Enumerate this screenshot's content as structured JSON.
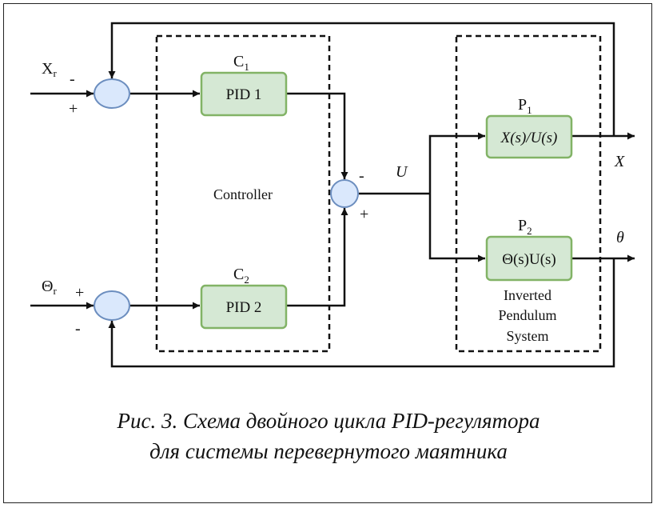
{
  "diagram": {
    "inputs": {
      "x_ref": "X",
      "x_ref_sub": "r",
      "theta_ref": "Θ",
      "theta_ref_sub": "r"
    },
    "signs": {
      "sum1_top": "-",
      "sum1_left": "+",
      "sum2_left": "+",
      "sum2_bottom": "-",
      "sum3_top": "-",
      "sum3_bottom": "+"
    },
    "controller": {
      "label": "Controller",
      "c1_label": "C",
      "c1_sub": "1",
      "c1_block": "PID 1",
      "c2_label": "C",
      "c2_sub": "2",
      "c2_block": "PID 2"
    },
    "control_signal": "U",
    "plant": {
      "p1_label": "P",
      "p1_sub": "1",
      "p1_block": "X(s)/U(s)",
      "p2_label": "P",
      "p2_sub": "2",
      "p2_block": "Θ(s)U(s)",
      "system_line1": "Inverted",
      "system_line2": "Pendulum",
      "system_line3": "System"
    },
    "outputs": {
      "x": "X",
      "theta": "θ"
    },
    "colors": {
      "block_fill": "#d5e8d4",
      "block_stroke": "#82b366",
      "sum_fill": "#dae8fc",
      "sum_stroke": "#6c8ebf",
      "line": "#111111"
    }
  },
  "caption": {
    "line1": "Рис. 3. Схема двойного цикла PID-регулятора",
    "line2": "для системы перевернутого маятника"
  }
}
